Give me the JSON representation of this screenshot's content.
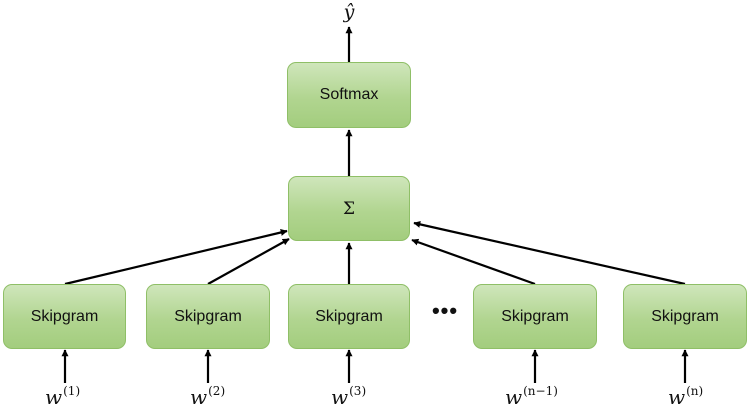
{
  "output_label": "ŷ",
  "softmax_label": "Softmax",
  "sum_label": "Σ",
  "ellipsis": "•••",
  "skipgram_boxes": [
    {
      "label": "Skipgram",
      "input_base": "w",
      "input_sup": "(1)"
    },
    {
      "label": "Skipgram",
      "input_base": "w",
      "input_sup": "(2)"
    },
    {
      "label": "Skipgram",
      "input_base": "w",
      "input_sup": "(3)"
    },
    {
      "label": "Skipgram",
      "input_base": "w",
      "input_sup": "(n−1)"
    },
    {
      "label": "Skipgram",
      "input_base": "w",
      "input_sup": "(n)"
    }
  ],
  "colors": {
    "box_fill_top": "#cfe6bb",
    "box_fill_bottom": "#a3cd7e",
    "box_border": "#8fbf67",
    "arrow": "#000000"
  }
}
